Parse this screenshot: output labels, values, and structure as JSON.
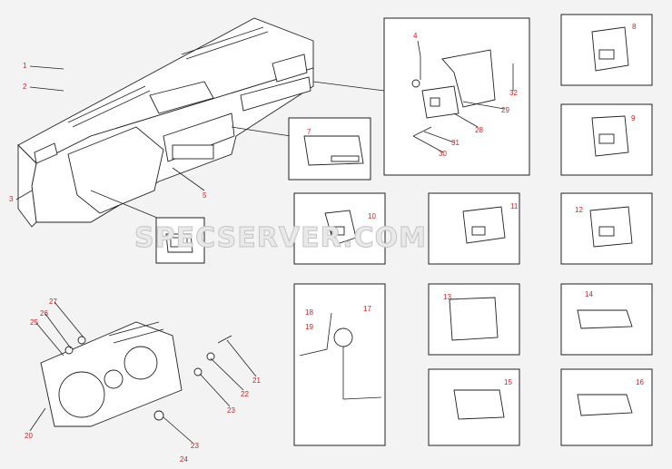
{
  "watermark": "SPECSERVER.COM",
  "colors": {
    "callout": "#c0262b",
    "line": "#222222",
    "background": "#f3f3f3"
  },
  "callouts": {
    "c1": "1",
    "c2": "2",
    "c3": "3",
    "c4": "4",
    "c5": "5",
    "c7": "7",
    "c8": "8",
    "c9": "9",
    "c10": "10",
    "c11": "11",
    "c12": "12",
    "c13": "13",
    "c14": "14",
    "c15": "15",
    "c16": "16",
    "c17": "17",
    "c18": "18",
    "c19": "19",
    "c20": "20",
    "c21": "21",
    "c22": "22",
    "c23a": "23",
    "c23b": "23",
    "c24": "24",
    "c25": "25",
    "c26": "26",
    "c27": "27",
    "c28": "28",
    "c29": "29",
    "c30": "30",
    "c31": "31",
    "c32": "32"
  }
}
